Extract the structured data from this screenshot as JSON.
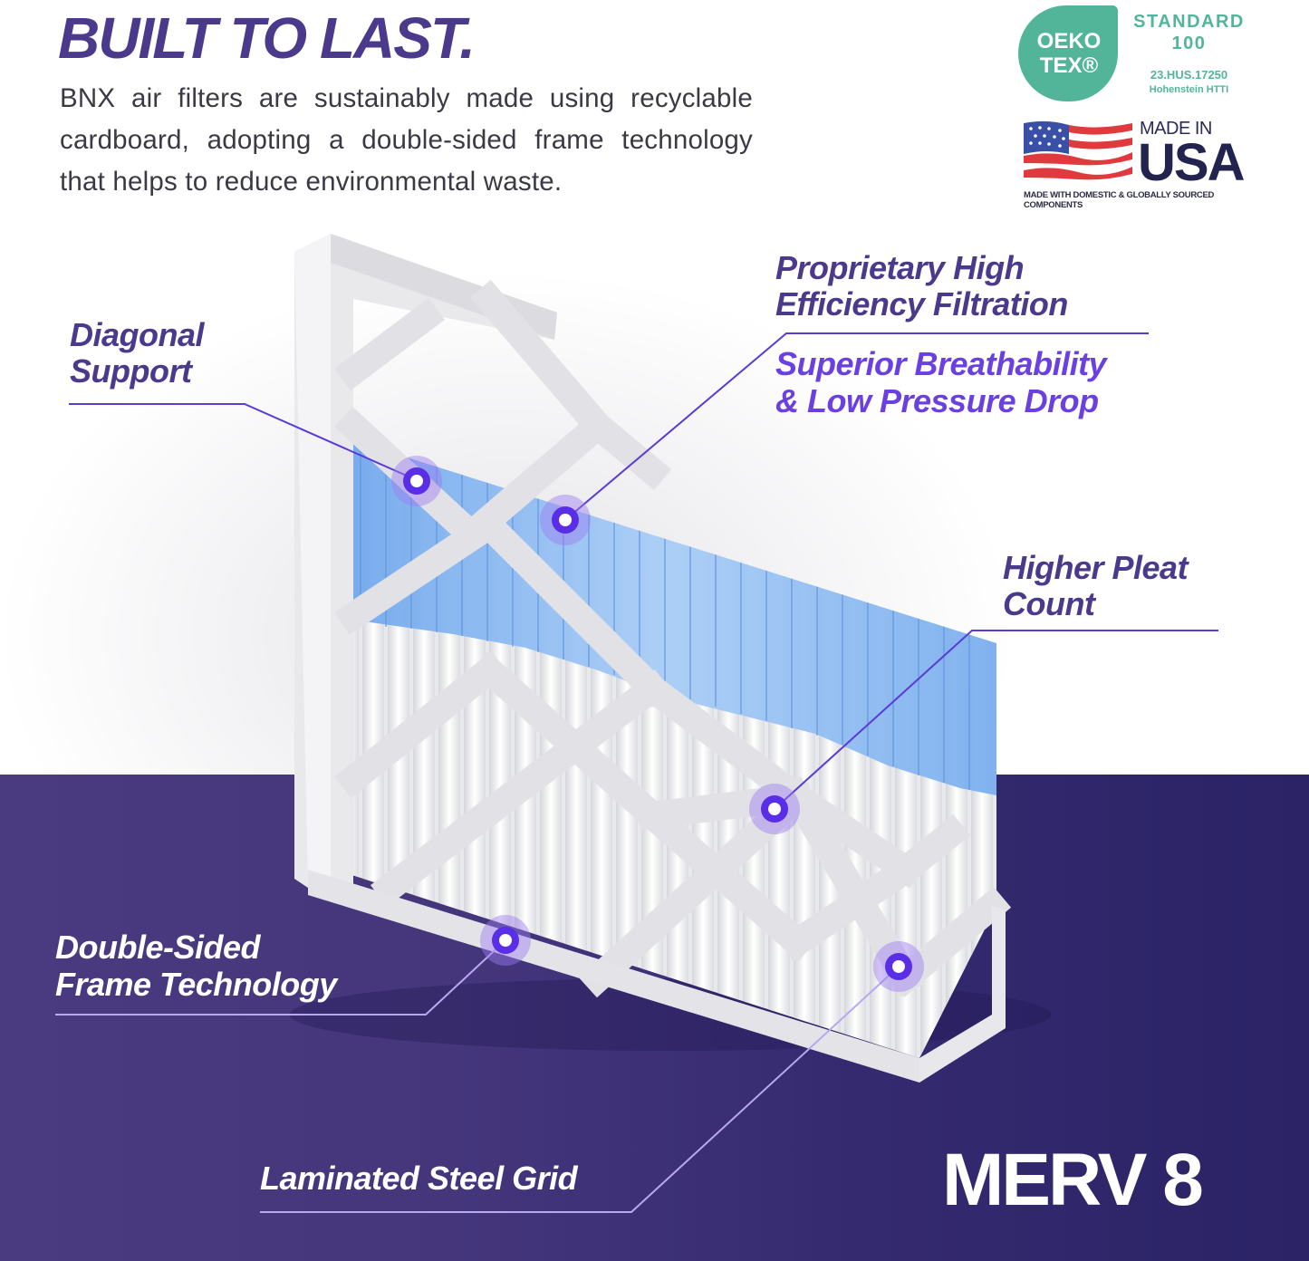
{
  "header": {
    "headline": "BUILT TO LAST.",
    "intro": "BNX air filters are sustainably made using recyclable cardboard, adopting a double-sided frame technology that helps to reduce environmental waste."
  },
  "badges": {
    "oeko_tex": {
      "logo_line1": "OEKO",
      "logo_line2": "TEX®",
      "standard": "STANDARD",
      "standard_number": "100",
      "certificate": "23.HUS.17250",
      "institute": "Hohenstein HTTI",
      "color": "#52b59a"
    },
    "made_in_usa": {
      "made_in": "MADE IN",
      "country": "USA",
      "note": "MADE WITH DOMESTIC & GLOBALLY SOURCED COMPONENTS",
      "icon": "us-flag-icon"
    }
  },
  "callouts": [
    {
      "id": "diagonal-support",
      "line1": "Diagonal",
      "line2": "Support"
    },
    {
      "id": "high-efficiency",
      "line1": "Proprietary High",
      "line2": "Efficiency Filtration"
    },
    {
      "id": "breathability",
      "line1": "Superior Breathability",
      "line2": "& Low Pressure Drop"
    },
    {
      "id": "pleat-count",
      "line1": "Higher Pleat",
      "line2": "Count"
    },
    {
      "id": "double-sided-frame",
      "line1": "Double-Sided",
      "line2": "Frame Technology"
    },
    {
      "id": "steel-grid",
      "line1": "Laminated Steel Grid"
    }
  ],
  "rating": {
    "label": "MERV 8"
  },
  "colors": {
    "brand_purple": "#4b3a8c",
    "accent_violet": "#6a40e0",
    "panel_purple": "#45367c",
    "panel_dark": "#2b2366",
    "pleat_blue": "#8ab8f0",
    "hotspot": "#5a2ee6"
  }
}
